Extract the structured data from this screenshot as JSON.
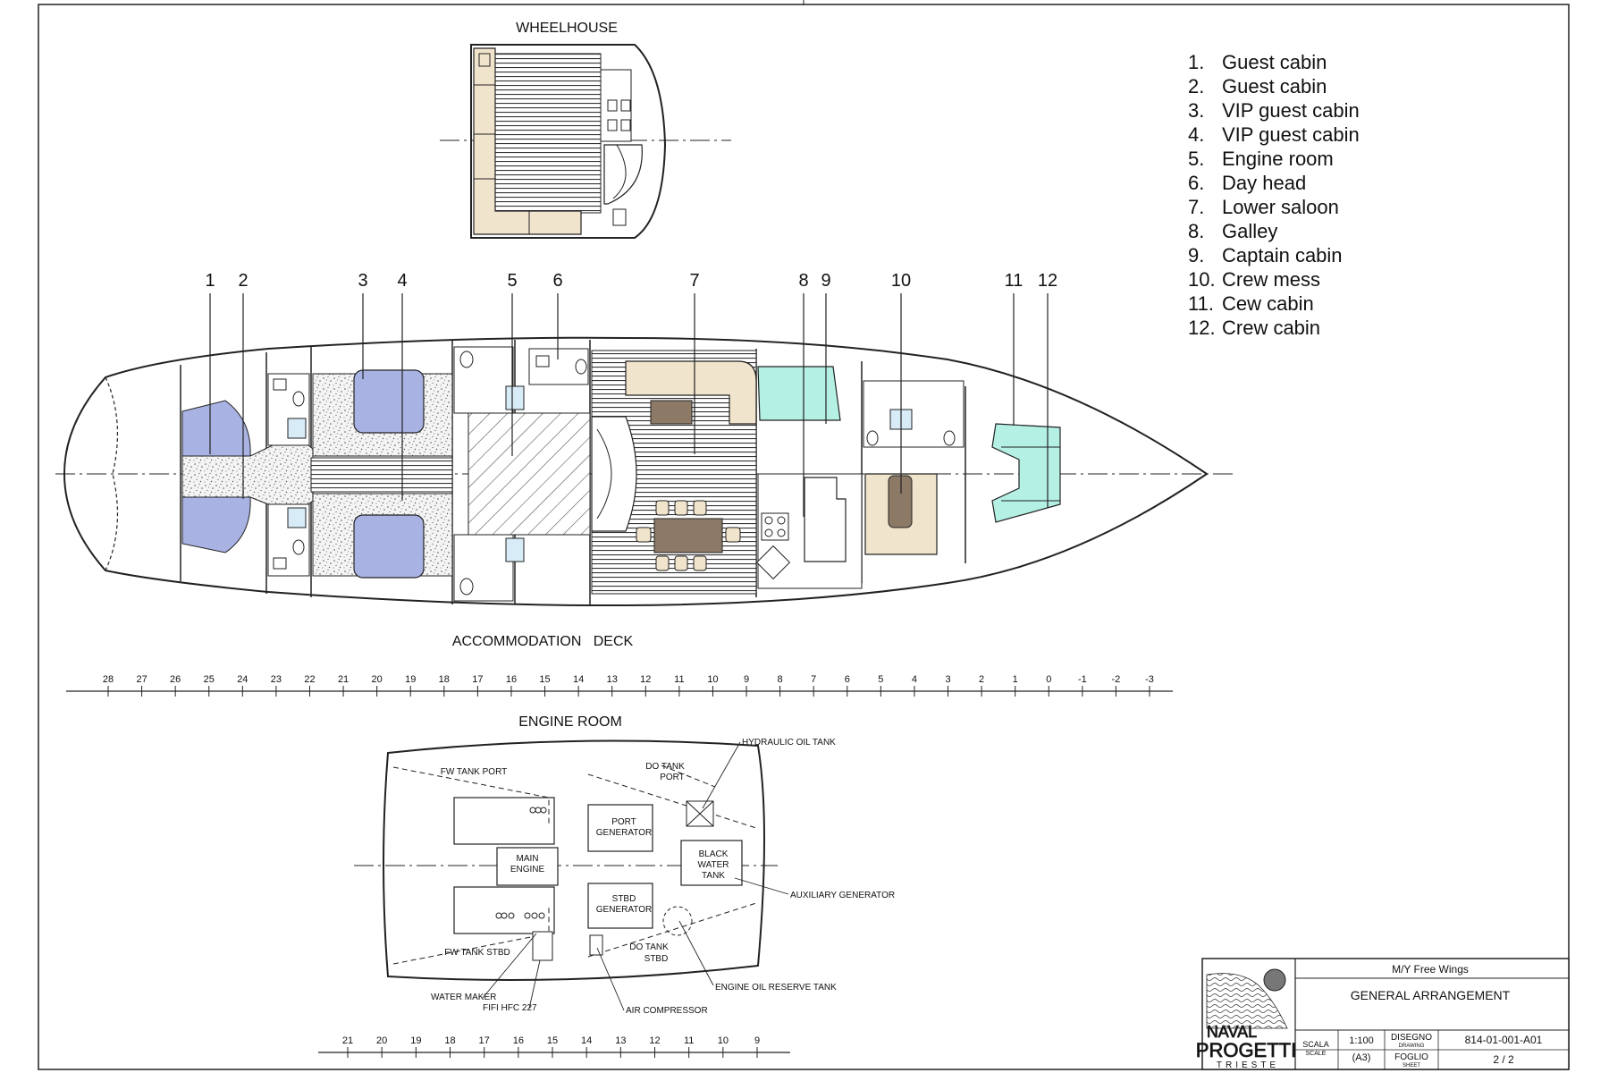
{
  "sections": {
    "wheelhouse": "WHEELHOUSE",
    "accommodation_deck": "ACCOMMODATION   DECK",
    "engine_room": "ENGINE ROOM"
  },
  "legend": [
    {
      "num": "1.",
      "label": "Guest cabin"
    },
    {
      "num": "2.",
      "label": "Guest cabin"
    },
    {
      "num": "3.",
      "label": "VIP guest cabin"
    },
    {
      "num": "4.",
      "label": "VIP guest cabin"
    },
    {
      "num": "5.",
      "label": "Engine room"
    },
    {
      "num": "6.",
      "label": "Day head"
    },
    {
      "num": "7.",
      "label": "Lower saloon"
    },
    {
      "num": "8.",
      "label": "Galley"
    },
    {
      "num": "9.",
      "label": "Captain cabin"
    },
    {
      "num": "10.",
      "label": "Crew mess"
    },
    {
      "num": "11.",
      "label": "Cew cabin"
    },
    {
      "num": "12.",
      "label": "Crew cabin"
    }
  ],
  "callouts": [
    "1",
    "2",
    "3",
    "4",
    "5",
    "6",
    "7",
    "8",
    "9",
    "10",
    "11",
    "12"
  ],
  "frame_scale_main": [
    "28",
    "27",
    "26",
    "25",
    "24",
    "23",
    "22",
    "21",
    "20",
    "19",
    "18",
    "17",
    "16",
    "15",
    "14",
    "13",
    "12",
    "11",
    "10",
    "9",
    "8",
    "7",
    "6",
    "5",
    "4",
    "3",
    "2",
    "1",
    "0",
    "-1",
    "-2",
    "-3"
  ],
  "frame_scale_engine": [
    "21",
    "20",
    "19",
    "18",
    "17",
    "16",
    "15",
    "14",
    "13",
    "12",
    "11",
    "10",
    "9"
  ],
  "engine_room_labels": {
    "fw_tank_port": "FW TANK PORT",
    "fw_tank_stbd": "FW TANK STBD",
    "do_tank_port_1": "DO TANK",
    "do_tank_port_2": "PORT",
    "do_tank_stbd_1": "DO TANK",
    "do_tank_stbd_2": "STBD",
    "main_engine_1": "MAIN",
    "main_engine_2": "ENGINE",
    "port_gen_1": "PORT",
    "port_gen_2": "GENERATOR",
    "stbd_gen_1": "STBD",
    "stbd_gen_2": "GENERATOR",
    "bw_tank_1": "BLACK",
    "bw_tank_2": "WATER",
    "bw_tank_3": "TANK",
    "hydraulic_oil_tank": "HYDRAULIC OIL TANK",
    "auxiliary_generator": "AUXILIARY GENERATOR",
    "engine_oil_reserve": "ENGINE OIL RESERVE TANK",
    "air_compressor": "AIR COMPRESSOR",
    "fifi": "FIFI HFC 227",
    "water_maker": "WATER MAKER"
  },
  "title_block": {
    "company_1": "NAVAL",
    "company_2": "PROGETTI",
    "company_3": "TRIESTE",
    "vessel": "M/Y Free Wings",
    "title": "GENERAL ARRANGEMENT",
    "scala_label": "SCALA",
    "scale_label": "SCALE",
    "scale": "1:100",
    "paper": "(A3)",
    "disegno_label": "DISEGNO",
    "drawing_label": "DRAWING",
    "drawing_no": "814-01-001-A01",
    "foglio_label": "FOGLIO",
    "sheet_label": "SHEET",
    "sheet": "2 / 2"
  },
  "colors": {
    "guest_cabin": "#a9b3e3",
    "crew_cabin": "#b4f0e4",
    "upholstery": "#f1e4cc",
    "table": "#8c7a66",
    "line": "#222222"
  }
}
